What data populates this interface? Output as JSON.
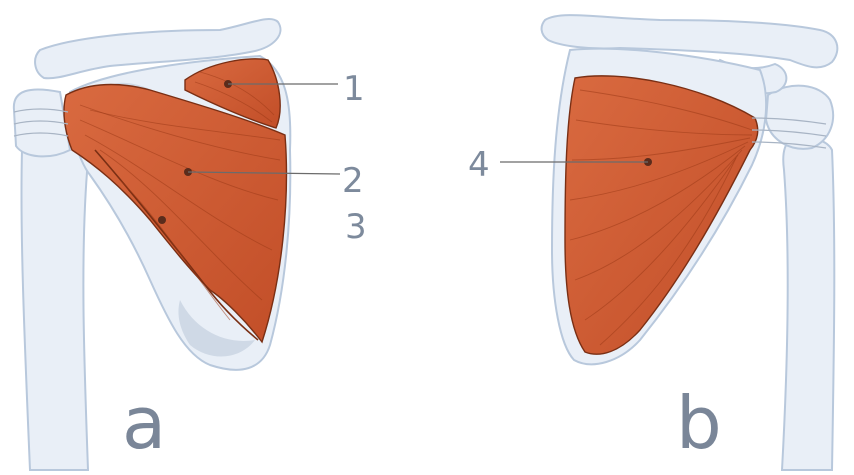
{
  "colors": {
    "muscle": "#cf5a33",
    "muscle_dark": "#9c3a18",
    "bone": "#e9eff7",
    "bone_outline": "#b8c8dc",
    "label_ink": "#7d8a9c"
  },
  "panels": {
    "a": {
      "letter": "a",
      "callouts": [
        {
          "number": "1"
        },
        {
          "number": "2"
        },
        {
          "number": "3"
        }
      ]
    },
    "b": {
      "letter": "b",
      "callouts": [
        {
          "number": "4"
        }
      ]
    }
  }
}
